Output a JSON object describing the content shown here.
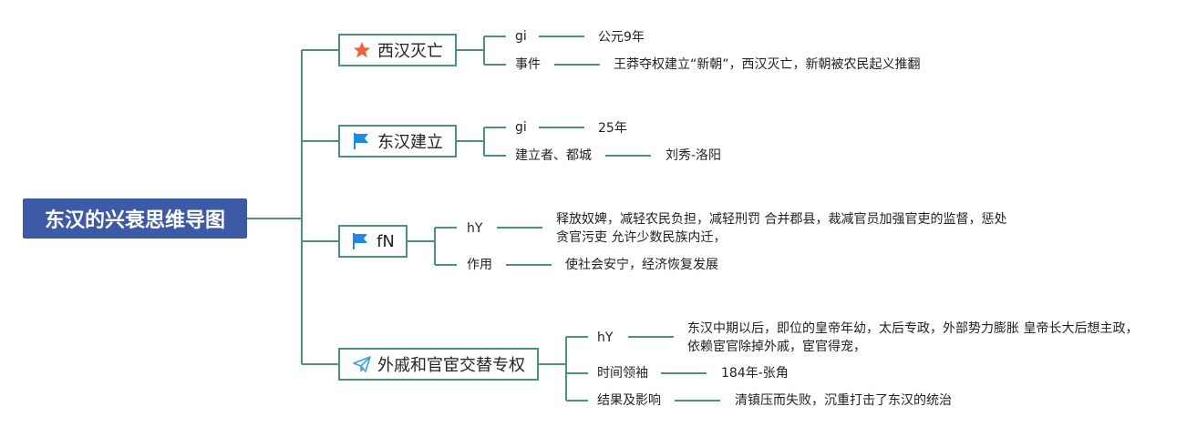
{
  "root": {
    "title": "东汉的兴衰思维导图"
  },
  "branches": [
    {
      "title": "西汉灭亡",
      "icon": "star-icon",
      "items": [
        {
          "label": "gi",
          "value": [
            "公元9年"
          ]
        },
        {
          "label": "事件",
          "value": [
            "王莽夺权建立“新朝”，西汉灭亡，新朝被农民起义推翻"
          ]
        }
      ]
    },
    {
      "title": "东汉建立",
      "icon": "flag-icon",
      "items": [
        {
          "label": "gi",
          "value": [
            "25年"
          ]
        },
        {
          "label": "建立者、都城",
          "value": [
            "刘秀-洛阳"
          ]
        }
      ]
    },
    {
      "title": "fN",
      "icon": "flag-icon",
      "items": [
        {
          "label": "hY",
          "value": [
            "释放奴婢，减轻农民负担，减轻刑罚 合并郡县，裁减官员加强官吏的监督，惩处",
            "贪官污吏 允许少数民族内迁，"
          ]
        },
        {
          "label": "作用",
          "value": [
            "使社会安宁，经济恢复发展"
          ]
        }
      ]
    },
    {
      "title": "外戚和官宦交替专权",
      "icon": "paper-plane-icon",
      "items": [
        {
          "label": "hY",
          "value": [
            "东汉中期以后，即位的皇帝年幼，太后专政，外部势力膨胀 皇帝长大后想主政，",
            "依赖宦官除掉外戚，宦官得宠，"
          ]
        },
        {
          "label": "时间领袖",
          "value": [
            "184年-张角"
          ]
        },
        {
          "label": "结果及影响",
          "value": [
            "清镇压而失败，沉重打击了东汉的统治"
          ]
        }
      ]
    }
  ],
  "colors": {
    "line": "#4e8e86",
    "root_bg": "#3d5aa6",
    "star": "#e5673a",
    "flag": "#1f8ae0",
    "plane": "#3aa0d8"
  }
}
